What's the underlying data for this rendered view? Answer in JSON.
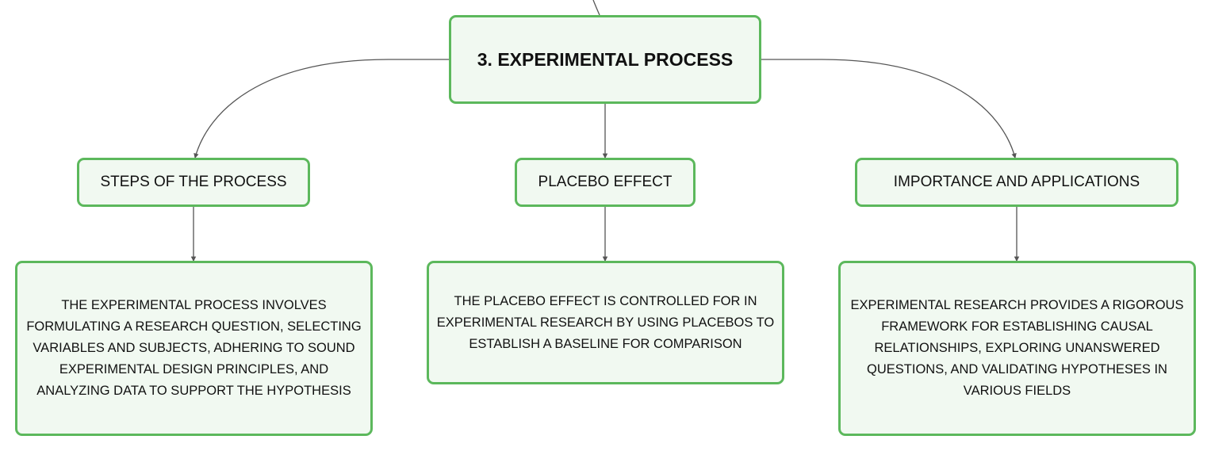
{
  "root": {
    "label": "3. EXPERIMENTAL PROCESS"
  },
  "branches": [
    {
      "label": "STEPS OF THE PROCESS",
      "detail": "THE EXPERIMENTAL PROCESS INVOLVES FORMULATING A RESEARCH QUESTION, SELECTING VARIABLES AND SUBJECTS, ADHERING TO SOUND EXPERIMENTAL DESIGN PRINCIPLES, AND ANALYZING DATA TO SUPPORT THE HYPOTHESIS"
    },
    {
      "label": "PLACEBO EFFECT",
      "detail": "THE PLACEBO EFFECT IS CONTROLLED FOR IN EXPERIMENTAL RESEARCH BY USING PLACEBOS TO ESTABLISH A BASELINE FOR COMPARISON"
    },
    {
      "label": "IMPORTANCE AND APPLICATIONS",
      "detail": "EXPERIMENTAL RESEARCH PROVIDES A RIGOROUS FRAMEWORK FOR ESTABLISHING CAUSAL RELATIONSHIPS, EXPLORING UNANSWERED QUESTIONS, AND VALIDATING HYPOTHESES IN VARIOUS FIELDS"
    }
  ],
  "colors": {
    "node_border": "#5cb85c",
    "node_fill": "#f1f9f1",
    "connector": "#555555"
  }
}
